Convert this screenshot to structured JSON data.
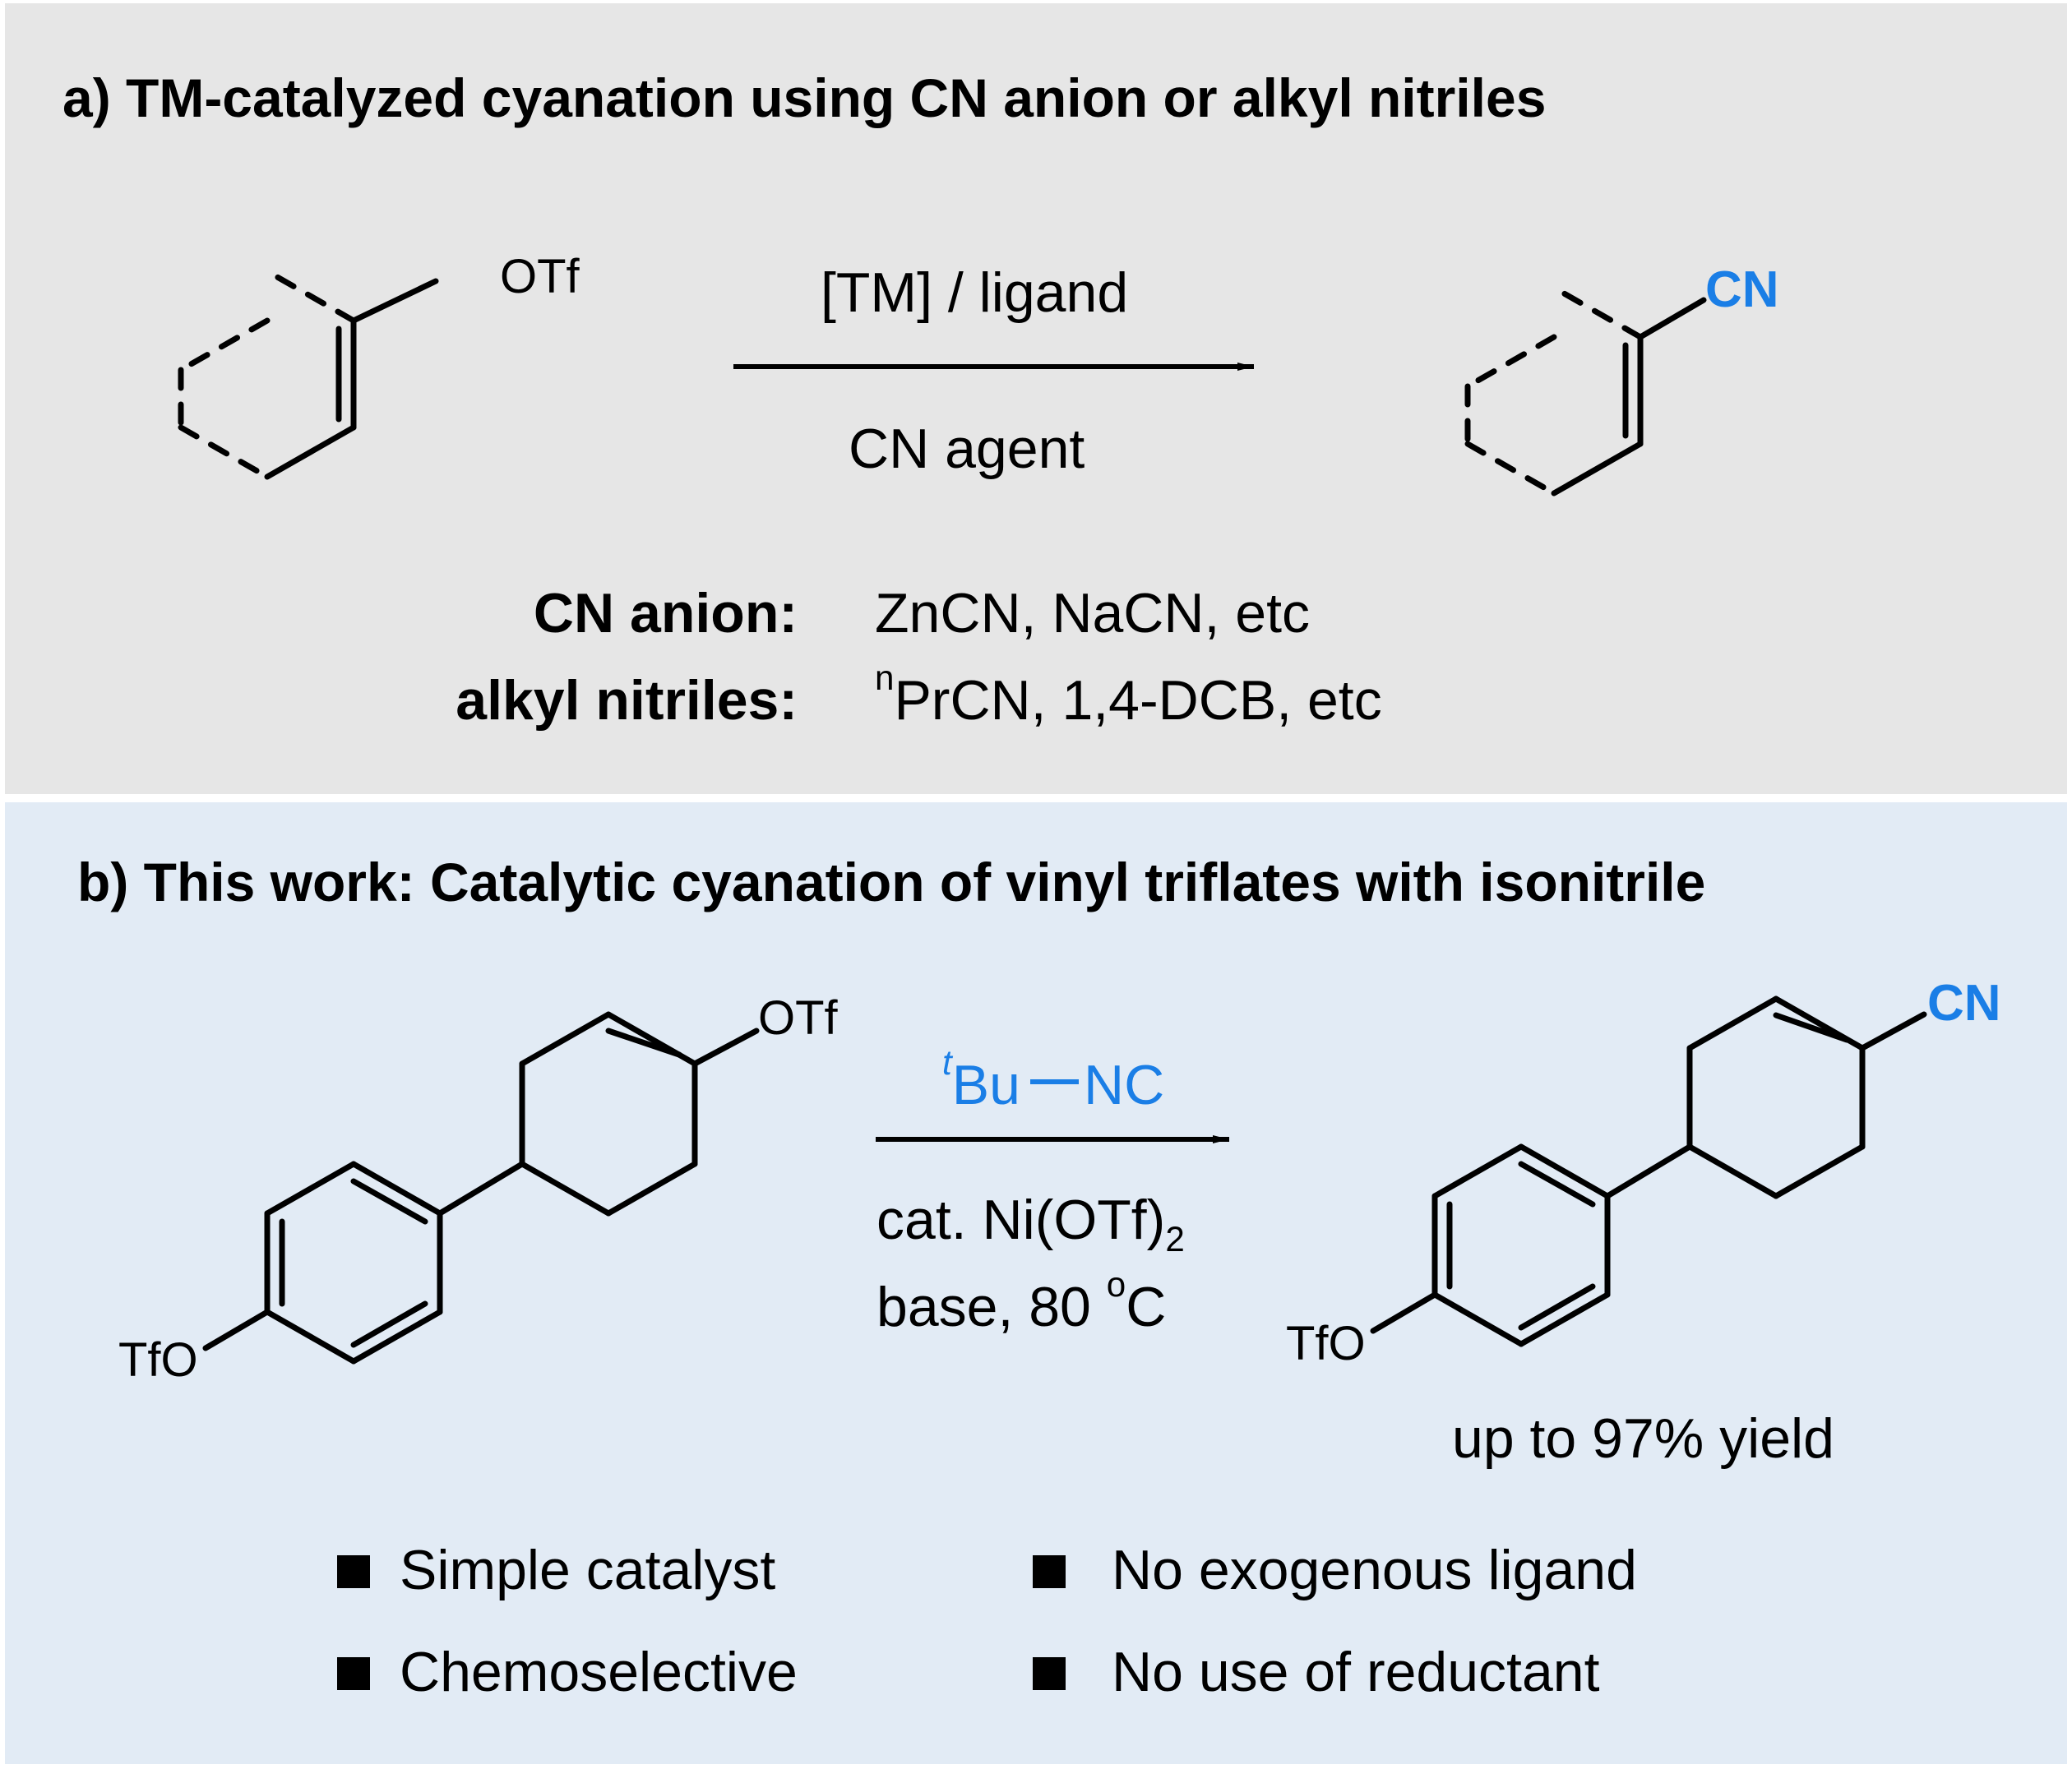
{
  "panel_a": {
    "title": "a) TM-catalyzed cyanation using CN anion or alkyl nitriles",
    "substrate_group": "OTf",
    "product_group": "CN",
    "arrow_above": "[TM] / ligand",
    "arrow_below": "CN agent",
    "cn_anion_label": "CN anion:",
    "cn_anion_examples": "ZnCN, NaCN, etc",
    "alkyl_nitriles_label": "alkyl nitriles:",
    "alkyl_nitriles_prefix": "n",
    "alkyl_nitriles_examples": "PrCN, 1,4-DCB, etc"
  },
  "panel_b": {
    "title": "b) This work: Catalytic cyanation of vinyl triflates with isonitrile",
    "substrate_otf": "OTf",
    "substrate_tfo": "TfO",
    "product_cn": "CN",
    "product_tfo": "TfO",
    "reagent_prefix": "t",
    "reagent_bu": "Bu",
    "reagent_nc": "NC",
    "condition_1": "cat. Ni(OTf)",
    "condition_1_sub": "2",
    "condition_2": "base, 80 ",
    "condition_2_sup": "o",
    "condition_2_end": "C",
    "yield": "up to 97% yield",
    "features": [
      "Simple catalyst",
      "Chemoselective",
      "No exogenous ligand",
      "No use of reductant"
    ]
  },
  "colors": {
    "panel_a_bg": "#e6e6e6",
    "panel_b_bg": "#e2ebf5",
    "accent_blue": "#1a7ee6"
  }
}
